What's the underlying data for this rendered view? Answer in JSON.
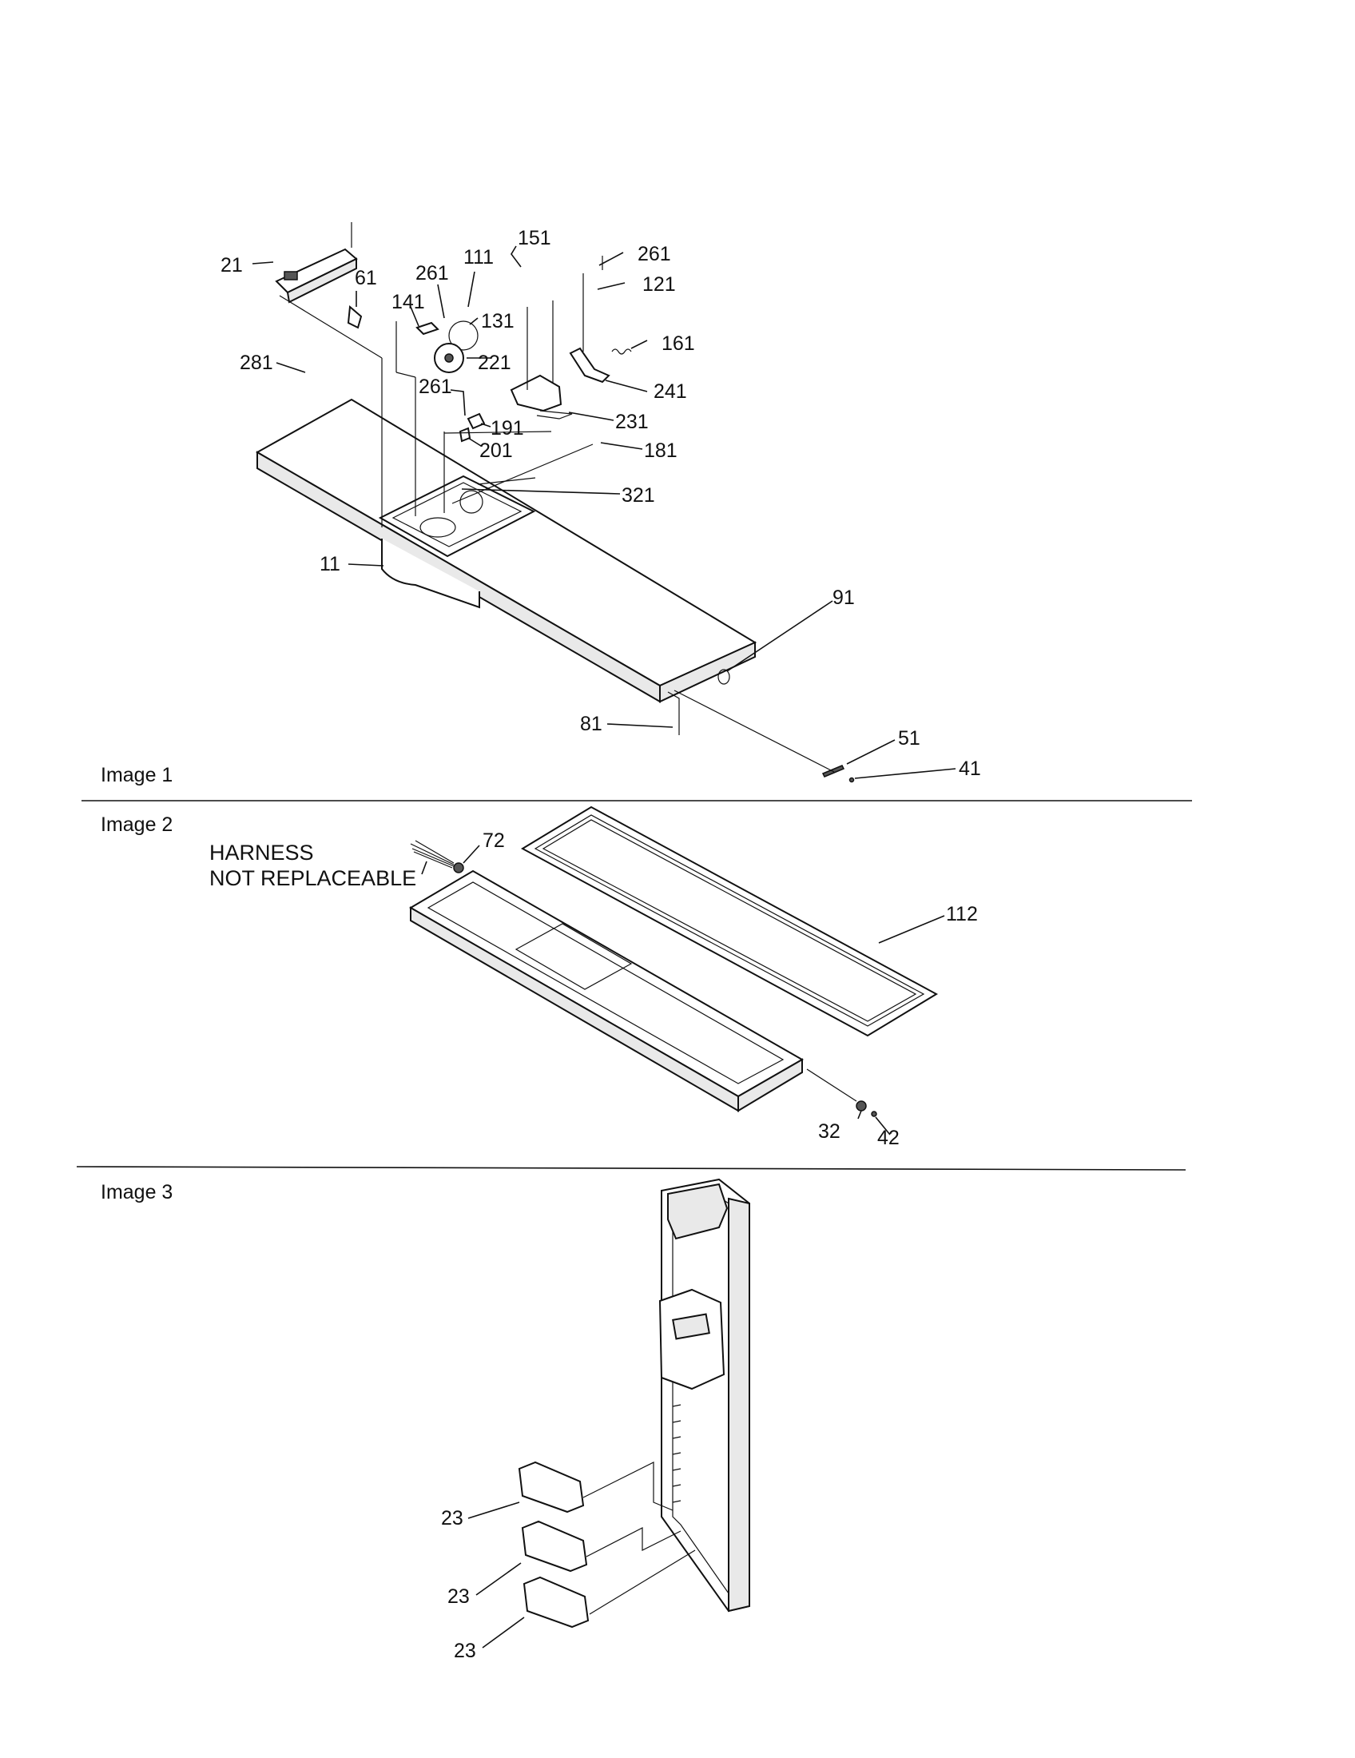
{
  "sections": [
    {
      "title": "Image 1"
    },
    {
      "title": "Image 2"
    },
    {
      "title": "Image 3"
    }
  ],
  "notes": {
    "harness_line1": "HARNESS",
    "harness_line2": "NOT REPLACEABLE"
  },
  "callouts": {
    "img1": [
      "21",
      "61",
      "151",
      "111",
      "261",
      "261",
      "121",
      "141",
      "131",
      "161",
      "221",
      "281",
      "241",
      "261",
      "231",
      "191",
      "201",
      "181",
      "321",
      "11",
      "91",
      "81",
      "51",
      "41"
    ],
    "img2": [
      "72",
      "112",
      "32",
      "42"
    ],
    "img3": [
      "23",
      "23",
      "23"
    ]
  }
}
